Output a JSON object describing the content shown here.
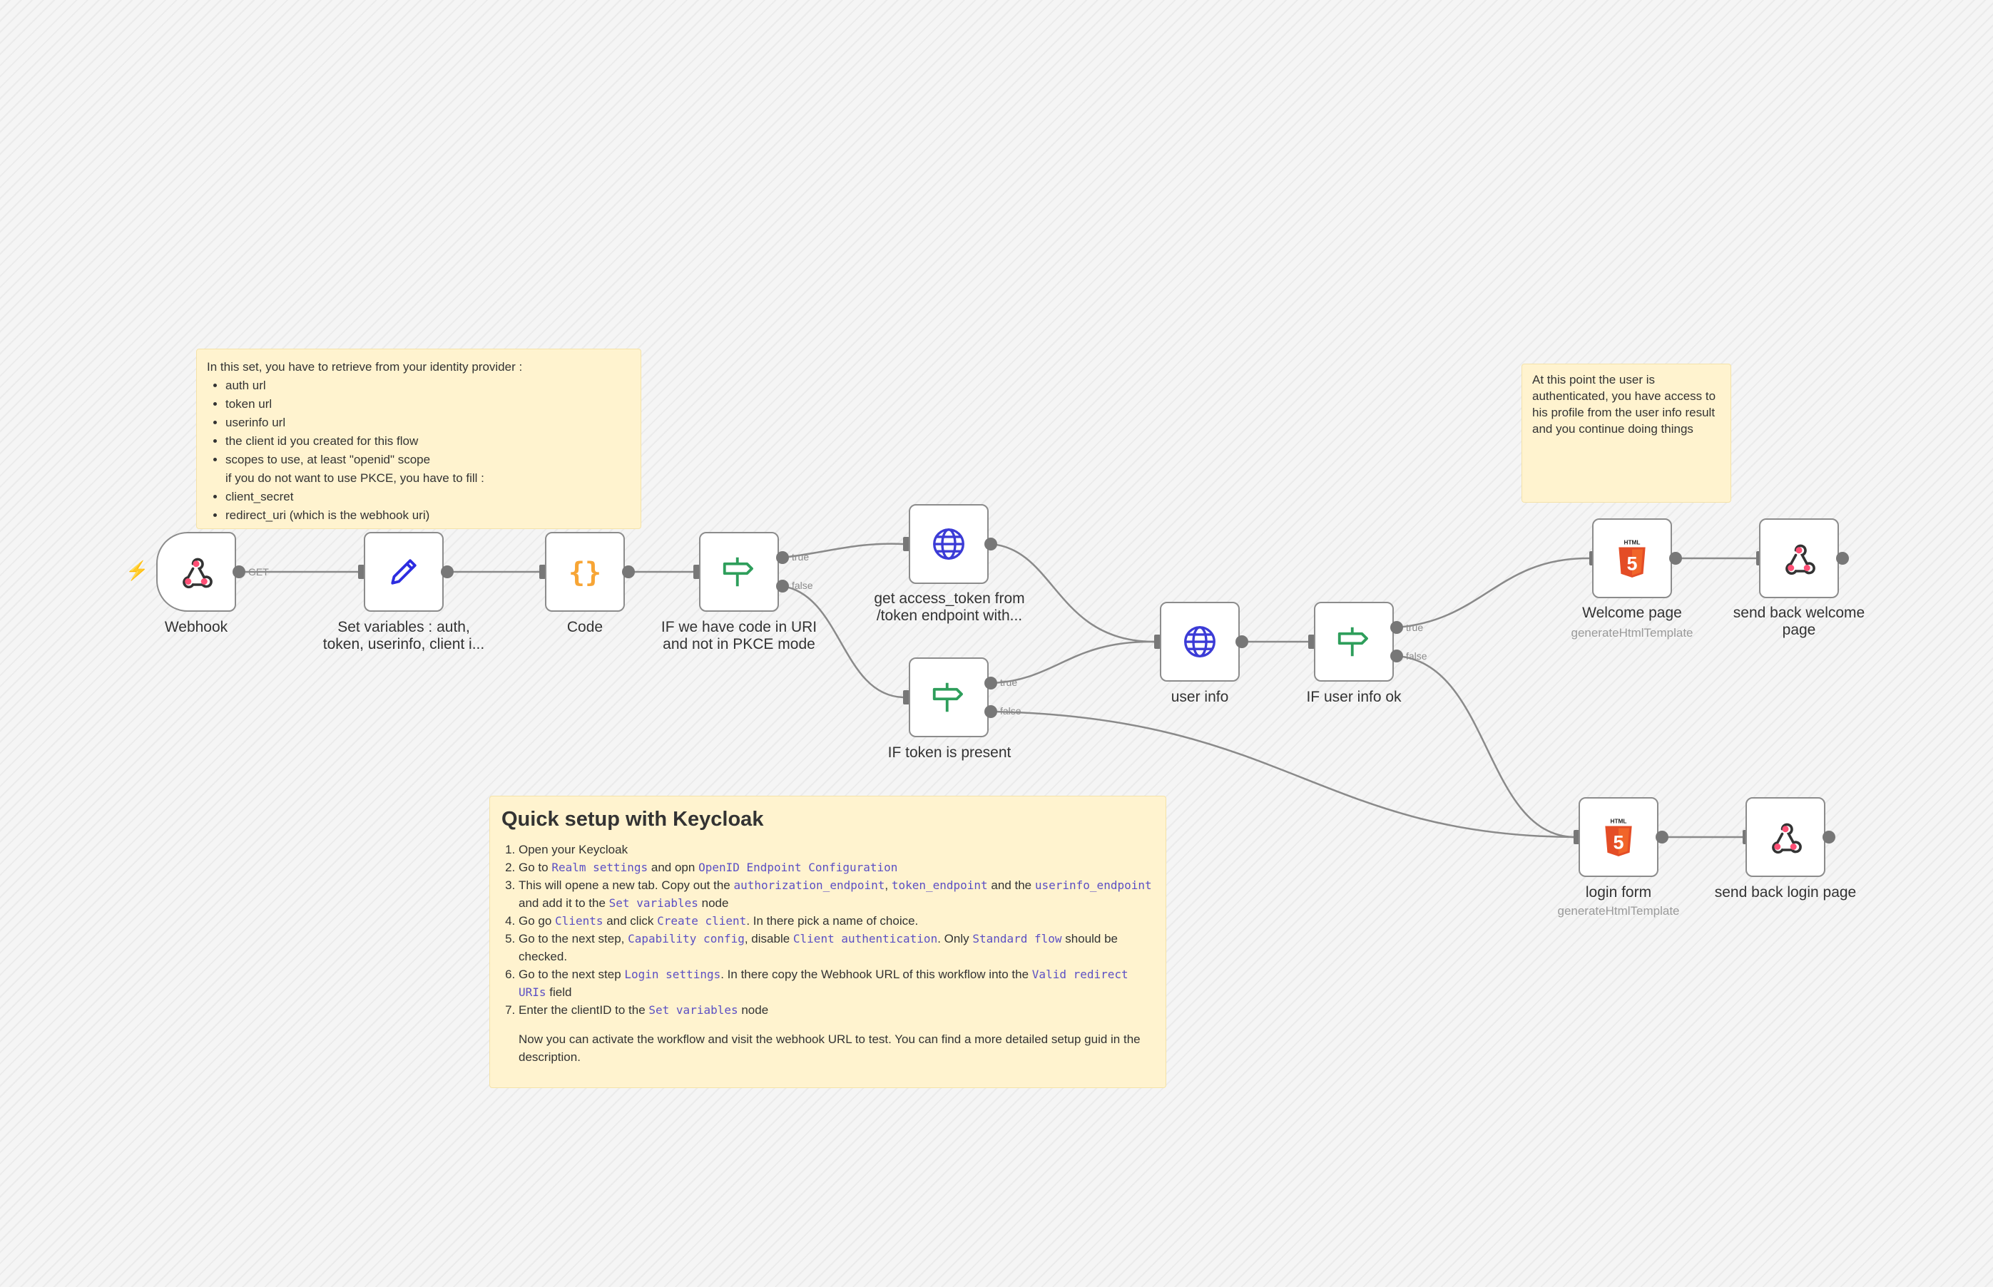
{
  "colors": {
    "node_border": "#8c8c8c",
    "connector": "#8a8a8a",
    "sticky_bg": "#fff3cf",
    "webhook_icon": "#ff4f75",
    "code_icon": "#f7a535",
    "if_icon": "#2e9e5b",
    "http_icon": "#3b3bd6",
    "html_icon": "#e44d26",
    "set_icon": "#2d2de0"
  },
  "nodes": {
    "webhook": {
      "label": "Webhook",
      "icon": "webhook-icon"
    },
    "set_vars": {
      "label_1": "Set variables : auth,",
      "label_2": "token, userinfo, client i...",
      "icon": "pencil-icon"
    },
    "code": {
      "label": "Code",
      "icon": "code-braces-icon"
    },
    "if_code": {
      "label_1": "IF we have code in URI",
      "label_2": "and not in PKCE mode",
      "icon": "signpost-icon"
    },
    "get_token": {
      "label_1": "get access_token from",
      "label_2": "/token endpoint with...",
      "icon": "globe-icon"
    },
    "if_token": {
      "label": "IF token is present",
      "icon": "signpost-icon"
    },
    "user_info": {
      "label": "user info",
      "icon": "globe-icon"
    },
    "if_user": {
      "label": "IF user info ok",
      "icon": "signpost-icon"
    },
    "welcome": {
      "label": "Welcome page",
      "sub": "generateHtmlTemplate",
      "icon": "html5-icon"
    },
    "send_welcome": {
      "label_1": "send back welcome",
      "label_2": "page",
      "icon": "webhook-icon"
    },
    "login": {
      "label": "login form",
      "sub": "generateHtmlTemplate",
      "icon": "html5-icon"
    },
    "send_login": {
      "label": "send back login page",
      "icon": "webhook-icon"
    }
  },
  "port_labels": {
    "get": "GET",
    "true": "true",
    "false": "false"
  },
  "sticky_set": {
    "intro": "In this set, you have to retrieve from your identity provider :",
    "items": [
      "auth url",
      "token url",
      "userinfo url",
      "the client id you created for this flow",
      "scopes to use, at least \"openid\" scope",
      "client_secret",
      "redirect_uri (which is the webhook uri)"
    ],
    "pkce_note": "if you do not want to use PKCE, you have to fill :"
  },
  "sticky_auth": {
    "text": "At this point the user is authenticated, you have access to his profile from the user info result and you continue doing things"
  },
  "sticky_keycloak": {
    "title": "Quick setup with Keycloak",
    "s1": "Open your Keycloak",
    "s2a": "Go to ",
    "s2b": "Realm settings",
    "s2c": " and opn ",
    "s2d": "OpenID Endpoint Configuration",
    "s3a": "This will opene a new tab. Copy out the ",
    "s3b": "authorization_endpoint",
    "s3c": ", ",
    "s3d": "token_endpoint",
    "s3e": " and the ",
    "s3f": "userinfo_endpoint",
    "s3g": " and add it to the ",
    "s3h": "Set variables",
    "s3i": " node",
    "s4a": "Go go ",
    "s4b": "Clients",
    "s4c": " and click ",
    "s4d": "Create client",
    "s4e": ". In there pick a name of choice.",
    "s5a": "Go to the next step, ",
    "s5b": "Capability config",
    "s5c": ", disable ",
    "s5d": "Client authentication",
    "s5e": ". Only ",
    "s5f": "Standard flow",
    "s5g": " should be checked.",
    "s6a": "Go to the next step ",
    "s6b": "Login settings",
    "s6c": ". In there copy the Webhook URL of this workflow into the ",
    "s6d": "Valid redirect URIs",
    "s6e": " field",
    "s7a": "Enter the clientID to the ",
    "s7b": "Set variables",
    "s7c": " node",
    "footer": "Now you can activate the workflow and visit the webhook URL to test. You can find a more detailed setup guid in the description."
  }
}
